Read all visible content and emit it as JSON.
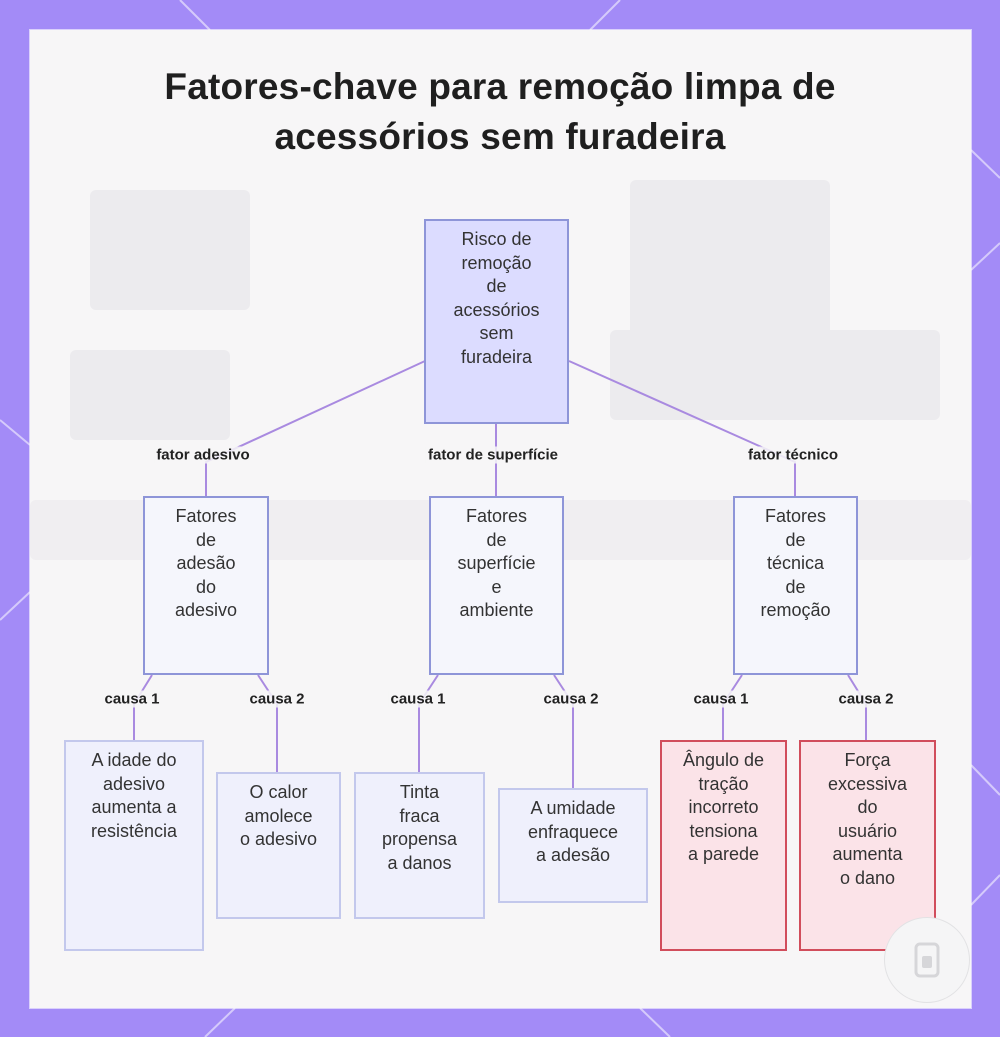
{
  "title": {
    "line1": "Fatores-chave para remoção limpa de",
    "line2": "acessórios sem furadeira"
  },
  "nodes": {
    "root": [
      "Risco de",
      "remoção",
      "de",
      "acessórios",
      "sem",
      "furadeira"
    ],
    "adhesive": [
      "Fatores",
      "de",
      "adesão",
      "do",
      "adesivo"
    ],
    "surface": [
      "Fatores",
      "de",
      "superfície",
      "e",
      "ambiente"
    ],
    "technique": [
      "Fatores",
      "de",
      "técnica",
      "de",
      "remoção"
    ],
    "age": [
      "A idade do",
      "adesivo",
      "aumenta a",
      "resistência"
    ],
    "heat": [
      "O calor",
      "amolece",
      "o adesivo"
    ],
    "paint": [
      "Tinta",
      "fraca",
      "propensa",
      "a danos"
    ],
    "humidity": [
      "A umidade",
      "enfraquece",
      "a adesão"
    ],
    "angle": [
      "Ângulo de",
      "tração",
      "incorreto",
      "tensiona",
      "a parede"
    ],
    "force": [
      "Força",
      "excessiva",
      "do",
      "usuário",
      "aumenta",
      "o dano"
    ]
  },
  "edge_labels": {
    "adhesive": "fator adesivo",
    "surface": "fator de superfície",
    "technique": "fator técnico",
    "cause1": "causa 1",
    "cause2": "causa 2"
  },
  "colors": {
    "frame": "#a38bf7",
    "panel": "#f7f6f7",
    "edge": "#a98ae0",
    "root_fill": "#dcdcff",
    "node_border": "#8e95d8",
    "leaf_border": "#c3c8ec",
    "risk_fill": "#fbe3e8",
    "risk_border": "#d14d5c"
  },
  "badge_icon": "logo-mark-icon"
}
